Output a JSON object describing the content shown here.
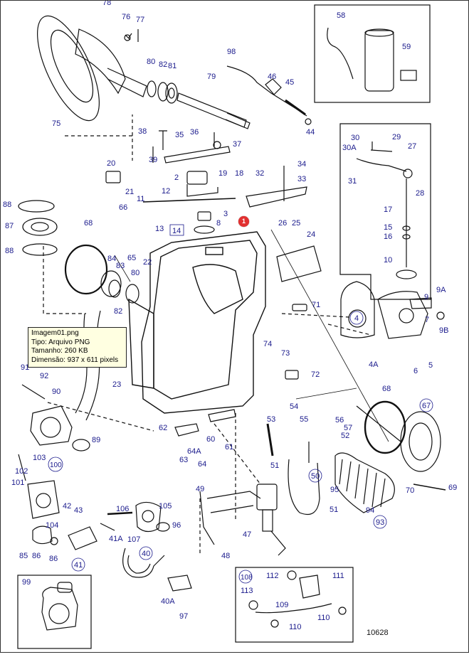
{
  "figure_number": "10628",
  "marker": {
    "label": "1",
    "color": "#e23030"
  },
  "tooltip": {
    "line1": "Imagem01.png",
    "line2": "Tipo: Arquivo PNG",
    "line3": "Tamanho: 260 KB",
    "line4": "Dimensão: 937 x 611 pixels"
  },
  "colors": {
    "label": "#1a1a8c",
    "line": "#111111"
  },
  "labels": {
    "l76": "76",
    "l77": "77",
    "l78": "78",
    "l75": "75",
    "l80": "80",
    "l82": "82",
    "l81": "81",
    "l79": "79",
    "l98": "98",
    "l46": "46",
    "l45": "45",
    "l44": "44",
    "l58": "58",
    "l59": "59",
    "l38": "38",
    "l35": "35",
    "l36": "36",
    "l37": "37",
    "l39": "39",
    "l20": "20",
    "l21": "21",
    "l2": "2",
    "l19": "19",
    "l18": "18",
    "l32": "32",
    "l34": "34",
    "l33": "33",
    "l12": "12",
    "l11": "11",
    "l30": "30",
    "l30a": "30A",
    "l29": "29",
    "l27": "27",
    "l31": "31",
    "l28": "28",
    "l17": "17",
    "l15": "15",
    "l16": "16",
    "l10": "10",
    "l88a": "88",
    "l87": "87",
    "l88b": "88",
    "l66": "66",
    "l13": "13",
    "l3": "3",
    "l14": "14",
    "l8": "8",
    "l26": "26",
    "l25": "25",
    "l24": "24",
    "l68a": "68",
    "l84": "84",
    "l83": "83",
    "l80b": "80",
    "l82b": "82",
    "l65": "65",
    "l22": "22",
    "l9": "9",
    "l9a": "9A",
    "l4": "4",
    "l71": "71",
    "l7": "7",
    "l9b": "9B",
    "l74": "74",
    "l73": "73",
    "l4a": "4A",
    "l6": "6",
    "l5": "5",
    "l91": "91",
    "l92": "92",
    "l90": "90",
    "l23": "23",
    "l72": "72",
    "l89a": "89",
    "l68b": "68",
    "l67": "67",
    "l53": "53",
    "l54": "54",
    "l55": "55",
    "l56": "56",
    "l57": "57",
    "l52": "52",
    "l62": "62",
    "l60": "60",
    "l61": "61",
    "l64a": "64A",
    "l63": "63",
    "l64": "64",
    "l103": "103",
    "l100": "100",
    "l102": "102",
    "l101": "101",
    "l51a": "51",
    "l50": "50",
    "l95": "95",
    "l70": "70",
    "l69": "69",
    "l49": "49",
    "l42": "42",
    "l43": "43",
    "l106": "106",
    "l105": "105",
    "l104": "104",
    "l96": "96",
    "l41a": "41A",
    "l107": "107",
    "l85": "85",
    "l86a": "86",
    "l86b": "86",
    "l41": "41",
    "l47": "47",
    "l51b": "51",
    "l94": "94",
    "l93": "93",
    "l48": "48",
    "l40": "40",
    "l40a": "40A",
    "l97": "97",
    "l99": "99",
    "l108": "108",
    "l113": "113",
    "l112": "112",
    "l111": "111",
    "l109": "109",
    "l110a": "110",
    "l110b": "110"
  }
}
